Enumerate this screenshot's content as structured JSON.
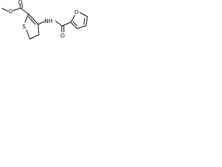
{
  "molecule": {
    "atom_labels": {
      "ester_carbonyl_o": "O",
      "ester_ether_o": "O",
      "thiophene_s": "S",
      "amide_n": "NH",
      "amide_carbonyl_o": "O",
      "furan_o": "O"
    },
    "colors": {
      "bond": "#000000",
      "label": "#000000",
      "background": "#ffffff"
    }
  }
}
